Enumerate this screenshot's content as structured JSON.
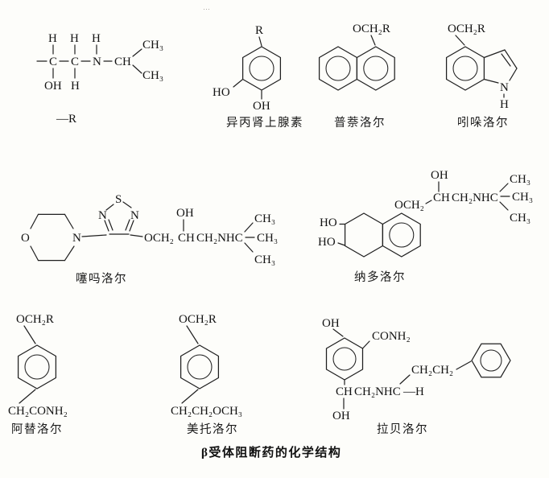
{
  "artifact": "⋯",
  "caption": "β受体阻断药的化学结构",
  "rgroup": {
    "h1": "H",
    "h2": "H",
    "h3": "H",
    "c1": "C",
    "c2": "C",
    "n": "N",
    "ch": "CH",
    "ch3_up": "CH₃",
    "ch3_down": "CH₃",
    "oh": "OH",
    "h4": "H",
    "label": "—R"
  },
  "isoprenaline": {
    "r": "R",
    "ho": "HO",
    "oh": "OH",
    "name": "异丙肾上腺素"
  },
  "propranolol": {
    "top": "OCH₂R",
    "name": "普萘洛尔"
  },
  "pindolol": {
    "top": "OCH₂R",
    "n": "N",
    "h": "H",
    "name": "吲哚洛尔"
  },
  "timolol": {
    "o": "O",
    "n_ring": "N",
    "s": "S",
    "n1": "N",
    "n2": "N",
    "chain1": "OCH₂",
    "chain2": "CH",
    "chain3": "CH₂NHC",
    "oh": "OH",
    "ch3_up": "CH₃",
    "ch3_mid": "CH₃",
    "ch3_down": "CH₃",
    "name": "噻吗洛尔"
  },
  "nadolol": {
    "ho1": "HO",
    "ho2": "HO",
    "chain1": "OCH₂",
    "chain2": "CH",
    "chain3": "CH₂NHC",
    "oh": "OH",
    "ch3_up": "CH₃",
    "ch3_mid": "CH₃",
    "ch3_down": "CH₃",
    "name": "纳多洛尔"
  },
  "atenolol": {
    "top": "OCH₂R",
    "tail": "CH₂CONH₂",
    "name": "阿替洛尔"
  },
  "metoprolol": {
    "top": "OCH₂R",
    "tail": "CH₂CH₂OCH₃",
    "name": "美托洛尔"
  },
  "labetalol": {
    "oh_top": "OH",
    "conh2": "CONH₂",
    "chain1": "CH",
    "chain2": "CH₂NHC",
    "h": "—H",
    "oh_bottom": "OH",
    "ch2ch2": "CH₂CH₂",
    "name": "拉贝洛尔"
  }
}
